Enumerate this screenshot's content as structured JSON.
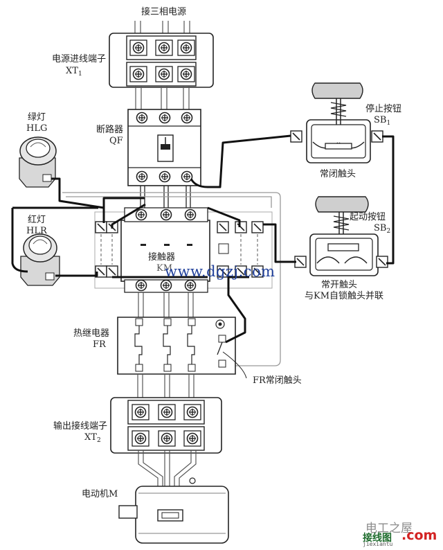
{
  "labels": {
    "supply": "接三相电源",
    "xt1_name": "电源进线端子",
    "xt1_code": "XT",
    "xt1_sub": "1",
    "breaker_name": "断路器",
    "breaker_code": "QF",
    "green_lamp_name": "绿灯",
    "green_lamp_code": "HLG",
    "red_lamp_name": "红灯",
    "red_lamp_code": "HLR",
    "stop_name": "停止按钮",
    "stop_code": "SB",
    "stop_sub": "1",
    "nc_contact": "常闭触头",
    "start_name": "起动按钮",
    "start_code": "SB",
    "start_sub": "2",
    "no_contact": "常开触头",
    "no_contact_note": "与KM自锁触头并联",
    "contactor_name": "接触器",
    "contactor_code": "KM",
    "relay_name": "热继电器",
    "relay_code": "FR",
    "fr_contact": "FR常闭触头",
    "xt2_name": "输出接线端子",
    "xt2_code": "XT",
    "xt2_sub": "2",
    "motor": "电动机M"
  },
  "watermark": "www.dgzj.com",
  "branding": {
    "site_cn": "电工之屋",
    "logo_cn": "接线图",
    "logo_dotcom": ".com",
    "logo_pinyin": "jiexiantu"
  },
  "colors": {
    "line": "#222222",
    "wire_gray": "#8a8a8a",
    "watermark": "#1f3f9a",
    "logo_green": "#1d6b2c",
    "logo_red": "#d32222"
  }
}
